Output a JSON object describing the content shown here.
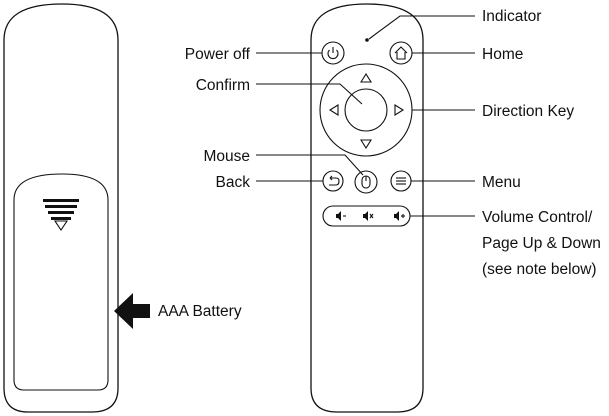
{
  "labels": {
    "indicator": "Indicator",
    "power_off": "Power off",
    "home": "Home",
    "confirm": "Confirm",
    "direction_key": "Direction Key",
    "mouse": "Mouse",
    "back": "Back",
    "menu": "Menu",
    "volume_line1": "Volume Control/",
    "volume_line2": "Page Up & Down",
    "volume_line3": "(see note below)",
    "battery": "AAA Battery"
  },
  "icons": {
    "power": "power-icon",
    "home": "home-icon",
    "back": "back-arrow-icon",
    "menu": "menu-icon",
    "mouse": "mouse-icon",
    "vol_down": "volume-down-icon",
    "mute": "mute-icon",
    "vol_up": "volume-up-icon",
    "battery_arrow": "arrow-right-icon"
  }
}
